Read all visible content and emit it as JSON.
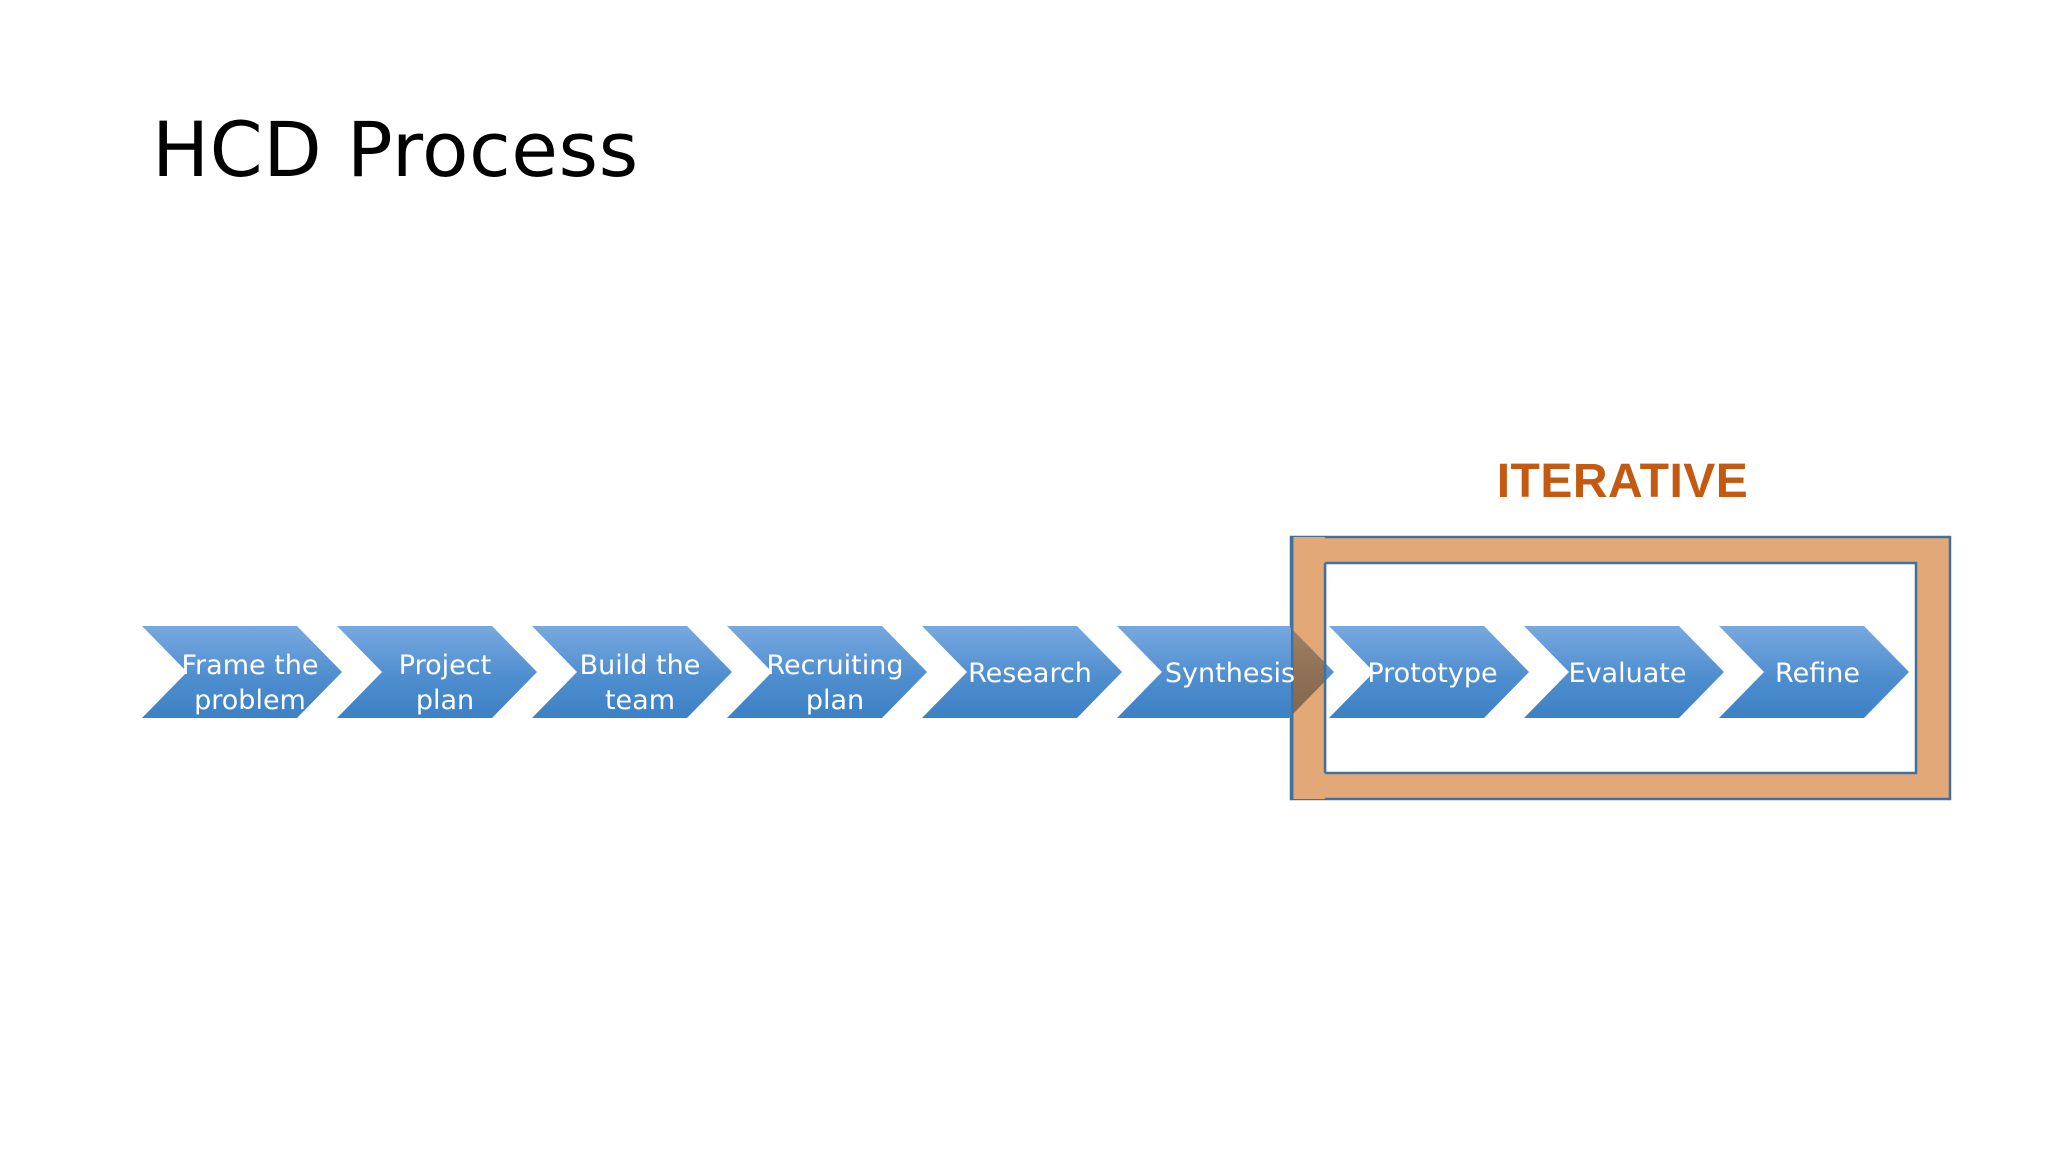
{
  "slide": {
    "title": "HCD Process",
    "background": "#FFFFFF"
  },
  "colors": {
    "chevron_top": "#6FA3DC",
    "chevron_bottom": "#3E84C6",
    "chevron_text": "#FFFFFF",
    "iterative_band": "#E3A878",
    "iterative_band_overlap": "#8B6F55",
    "iterative_outline": "#41719C",
    "iterative_label": "#C45911",
    "title_text": "#000000",
    "slide_background": "#FFFFFF"
  },
  "diagram": {
    "type": "process-chevron-flow",
    "name": "HCD Process process flow",
    "steps": [
      {
        "index": 1,
        "label": "Frame the\nproblem",
        "inside_iterative": false
      },
      {
        "index": 2,
        "label": "Project\nplan",
        "inside_iterative": false
      },
      {
        "index": 3,
        "label": "Build the\nteam",
        "inside_iterative": false
      },
      {
        "index": 4,
        "label": "Recruiting\nplan",
        "inside_iterative": false
      },
      {
        "index": 5,
        "label": "Research",
        "inside_iterative": false
      },
      {
        "index": 6,
        "label": "Synthesis",
        "inside_iterative": false
      },
      {
        "index": 7,
        "label": "Prototype",
        "inside_iterative": true
      },
      {
        "index": 8,
        "label": "Evaluate",
        "inside_iterative": true
      },
      {
        "index": 9,
        "label": "Refine",
        "inside_iterative": true
      }
    ],
    "iterative_group": {
      "label": "ITERATIVE",
      "contains": [
        "Prototype",
        "Evaluate",
        "Refine"
      ]
    }
  }
}
